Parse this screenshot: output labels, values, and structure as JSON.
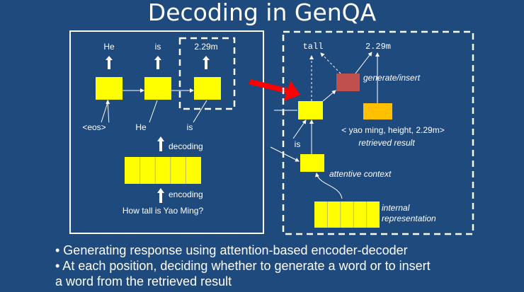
{
  "title": "Decoding in GenQA",
  "left_panel": {
    "outputs": [
      "He",
      "is",
      "2.29m"
    ],
    "inputs": [
      "<eos>",
      "He",
      "is"
    ],
    "decoding_label": "decoding",
    "encoding_label": "encoding",
    "question": "How tall is Yao Ming?"
  },
  "right_panel": {
    "output_generated": "tall",
    "output_inserted": "2.29m",
    "generate_insert_label": "generate/insert",
    "triple": "< yao ming, height, 2.29m>",
    "retrieved_label": "retrieved result",
    "input_word": "is",
    "attentive_label": "attentive context",
    "internal_label_1": "internal",
    "internal_label_2": "representation"
  },
  "colors": {
    "background": "#1f4a7d",
    "cell": "#ffff00",
    "gate": "#c0504d",
    "retrieved": "#ffc000",
    "arrow": "#ff0000"
  },
  "bullets": [
    "• Generating response using attention-based encoder-decoder",
    "• At each position, deciding whether to  generate  a word  or to insert",
    "a word from the retrieved result"
  ]
}
